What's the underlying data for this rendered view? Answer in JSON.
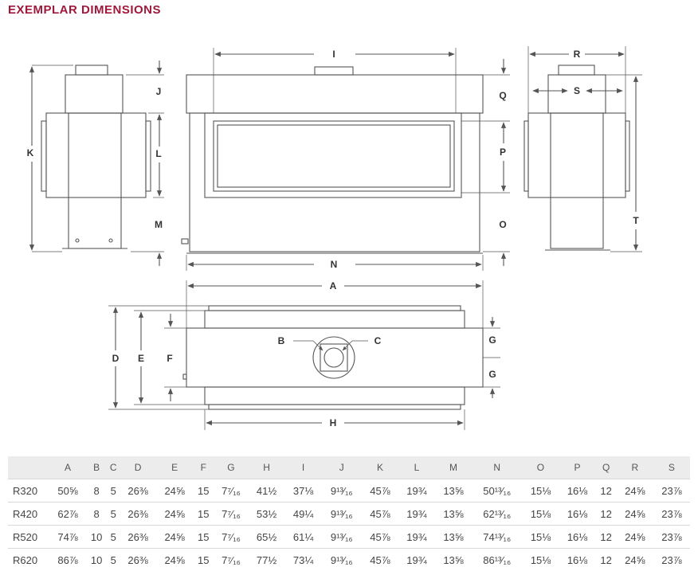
{
  "title": "EXEMPLAR DIMENSIONS",
  "colors": {
    "title": "#a0183a",
    "line": "#555555",
    "header_bg": "#ececec"
  },
  "diagram_labels": {
    "I": "I",
    "J": "J",
    "K": "K",
    "L": "L",
    "M": "M",
    "N": "N",
    "O": "O",
    "P": "P",
    "Q": "Q",
    "R": "R",
    "S": "S",
    "T": "T",
    "A": "A",
    "B": "B",
    "C": "C",
    "D": "D",
    "E": "E",
    "F": "F",
    "G": "G",
    "H": "H"
  },
  "table": {
    "columns": [
      "",
      "A",
      "B",
      "C",
      "D",
      "E",
      "F",
      "G",
      "H",
      "I",
      "J",
      "K",
      "L",
      "M",
      "N",
      "O",
      "P",
      "Q",
      "R",
      "S"
    ],
    "rows": [
      [
        "R320",
        "50⅝",
        "8",
        "5",
        "26⅜",
        "24⅝",
        "15",
        "7⁷⁄₁₆",
        "41½",
        "37⅛",
        "9¹³⁄₁₆",
        "45⅞",
        "19¾",
        "13⅝",
        "50¹³⁄₁₆",
        "15⅛",
        "16⅛",
        "12",
        "24⅝",
        "23⅞"
      ],
      [
        "R420",
        "62⅞",
        "8",
        "5",
        "26⅜",
        "24⅝",
        "15",
        "7⁷⁄₁₆",
        "53½",
        "49¼",
        "9¹³⁄₁₆",
        "45⅞",
        "19¾",
        "13⅝",
        "62¹³⁄₁₆",
        "15⅛",
        "16⅛",
        "12",
        "24⅝",
        "23⅞"
      ],
      [
        "R520",
        "74⅞",
        "10",
        "5",
        "26⅜",
        "24⅝",
        "15",
        "7⁷⁄₁₆",
        "65½",
        "61¼",
        "9¹³⁄₁₆",
        "45⅞",
        "19¾",
        "13⅝",
        "74¹³⁄₁₆",
        "15⅛",
        "16⅛",
        "12",
        "24⅝",
        "23⅞"
      ],
      [
        "R620",
        "86⅞",
        "10",
        "5",
        "26⅜",
        "24⅝",
        "15",
        "7⁷⁄₁₆",
        "77½",
        "73¼",
        "9¹³⁄₁₆",
        "45⅞",
        "19¾",
        "13⅝",
        "86¹³⁄₁₆",
        "15⅛",
        "16⅛",
        "12",
        "24⅝",
        "23⅞"
      ]
    ]
  }
}
